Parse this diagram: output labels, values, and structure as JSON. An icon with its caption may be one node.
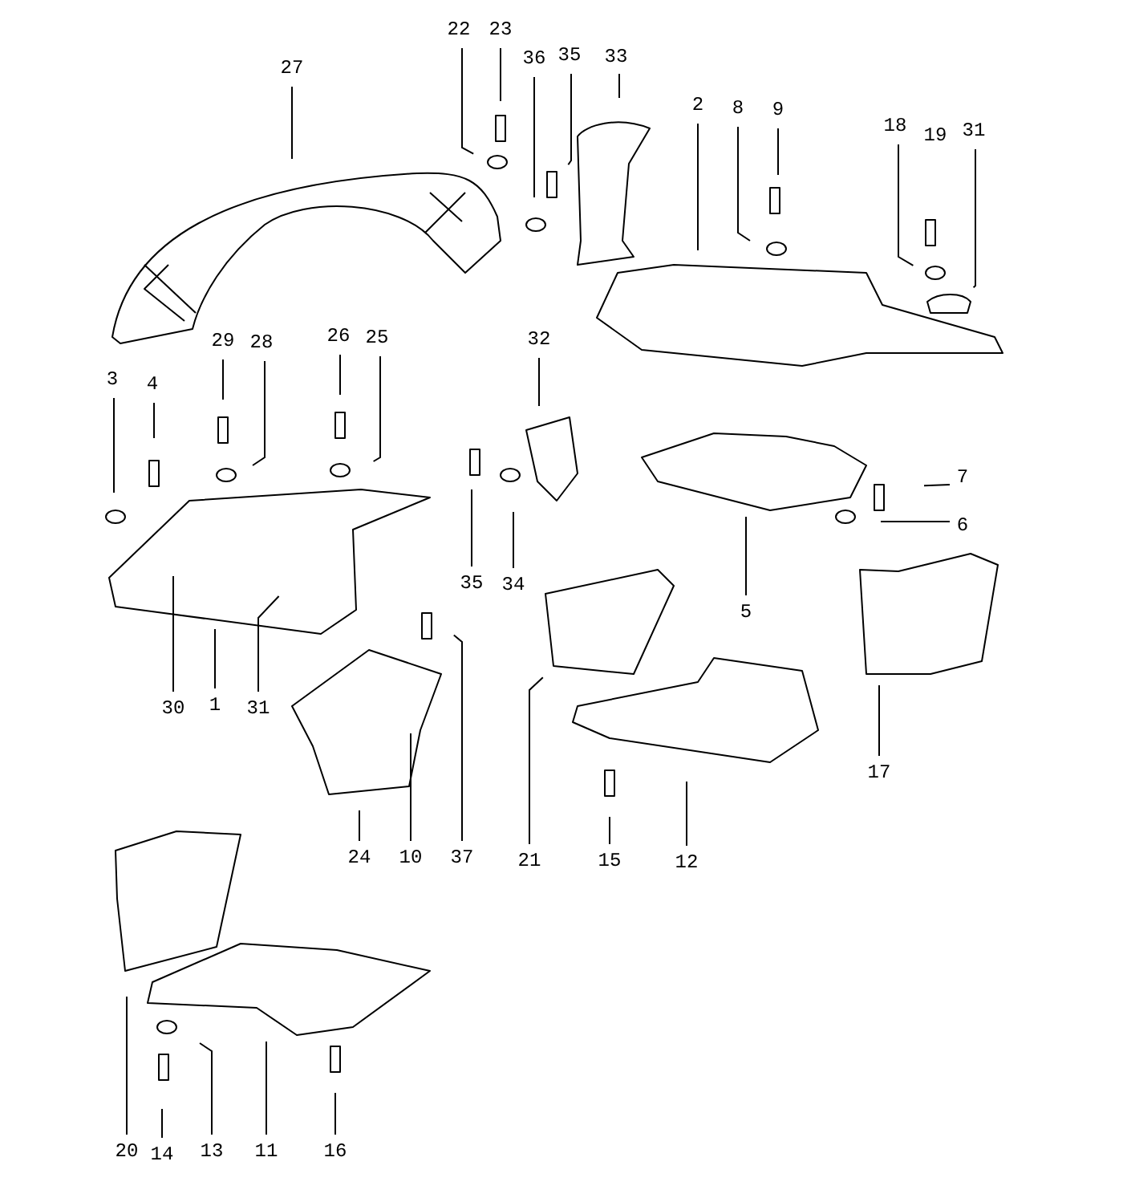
{
  "diagram": {
    "nodes": [
      {
        "text": [
          "22"
        ]
      },
      {
        "text": [
          "23"
        ]
      },
      {
        "text": [
          "35"
        ]
      },
      {
        "text": [
          "33"
        ]
      },
      {
        "text": [
          "36"
        ]
      },
      {
        "text": [
          "27"
        ]
      },
      {
        "text": [
          "2"
        ]
      },
      {
        "text": [
          "8"
        ]
      },
      {
        "text": [
          "9"
        ]
      },
      {
        "text": [
          "18"
        ]
      },
      {
        "text": [
          "31"
        ]
      },
      {
        "text": [
          "26"
        ]
      },
      {
        "text": [
          "32"
        ]
      },
      {
        "text": [
          "29"
        ]
      },
      {
        "text": [
          "25"
        ]
      },
      {
        "text": [
          "28"
        ]
      },
      {
        "text": [
          "3"
        ]
      },
      {
        "text": [
          "4"
        ]
      },
      {
        "text": [
          "7"
        ]
      },
      {
        "text": [
          "6"
        ]
      },
      {
        "text": [
          "35"
        ]
      },
      {
        "text": [
          "34"
        ]
      },
      {
        "text": [
          "5"
        ]
      },
      {
        "text": [
          "1"
        ]
      },
      {
        "text": [
          "30"
        ]
      },
      {
        "text": [
          "31"
        ]
      },
      {
        "text": [
          "17"
        ]
      },
      {
        "text": [
          "24"
        ]
      },
      {
        "text": [
          "10"
        ]
      },
      {
        "text": [
          "37"
        ]
      },
      {
        "text": [
          "21"
        ]
      },
      {
        "text": [
          "15"
        ]
      },
      {
        "text": [
          "12"
        ]
      },
      {
        "text": [
          "20"
        ]
      },
      {
        "text": [
          "14"
        ]
      },
      {
        "text": [
          "13"
        ]
      },
      {
        "text": [
          "11"
        ]
      },
      {
        "text": [
          "16"
        ]
      }
    ],
    "edges": [
      {
        "from": 0,
        "to": null,
        "arrow": "none"
      },
      {
        "from": 1,
        "to": null,
        "arrow": "none"
      },
      {
        "from": 2,
        "to": null,
        "arrow": "none"
      },
      {
        "from": 3,
        "to": null,
        "arrow": "none"
      },
      {
        "from": 4,
        "to": null,
        "arrow": "none"
      },
      {
        "from": 5,
        "to": null,
        "arrow": "none"
      },
      {
        "from": 6,
        "to": null,
        "arrow": "none"
      },
      {
        "from": 7,
        "to": null,
        "arrow": "none"
      },
      {
        "from": 8,
        "to": null,
        "arrow": "none"
      },
      {
        "from": 9,
        "to": null,
        "arrow": "none"
      },
      {
        "from": 10,
        "to": null,
        "arrow": "none"
      },
      {
        "from": 11,
        "to": null,
        "arrow": "none"
      },
      {
        "from": 12,
        "to": null,
        "arrow": "none"
      },
      {
        "from": 13,
        "to": null,
        "arrow": "none"
      },
      {
        "from": 14,
        "to": null,
        "arrow": "none"
      },
      {
        "from": 15,
        "to": null,
        "arrow": "none"
      },
      {
        "from": 16,
        "to": null,
        "arrow": "none"
      },
      {
        "from": 17,
        "to": null,
        "arrow": "none"
      },
      {
        "from": 18,
        "to": null,
        "arrow": "none"
      },
      {
        "from": 19,
        "to": null,
        "arrow": "none"
      },
      {
        "from": 20,
        "to": null,
        "arrow": "none"
      },
      {
        "from": 21,
        "to": null,
        "arrow": "none"
      },
      {
        "from": 22,
        "to": null,
        "arrow": "none"
      },
      {
        "from": 23,
        "to": null,
        "arrow": "none"
      },
      {
        "from": 24,
        "to": null,
        "arrow": "none"
      },
      {
        "from": 25,
        "to": null,
        "arrow": "none"
      },
      {
        "from": 26,
        "to": null,
        "arrow": "none"
      },
      {
        "from": 27,
        "to": null,
        "arrow": "none"
      },
      {
        "from": 28,
        "to": null,
        "arrow": "none"
      },
      {
        "from": 29,
        "to": null,
        "arrow": "none"
      },
      {
        "from": 30,
        "to": null,
        "arrow": "none"
      },
      {
        "from": 31,
        "to": null,
        "arrow": "none"
      },
      {
        "from": 32,
        "to": null,
        "arrow": "none"
      },
      {
        "from": 33,
        "to": null,
        "arrow": "none"
      },
      {
        "from": 34,
        "to": null,
        "arrow": "none"
      },
      {
        "from": 35,
        "to": null,
        "arrow": "none"
      },
      {
        "from": 36,
        "to": null,
        "arrow": "none"
      },
      {
        "from": 37,
        "to": null,
        "arrow": "none"
      }
    ],
    "labels": [
      "19"
    ]
  }
}
